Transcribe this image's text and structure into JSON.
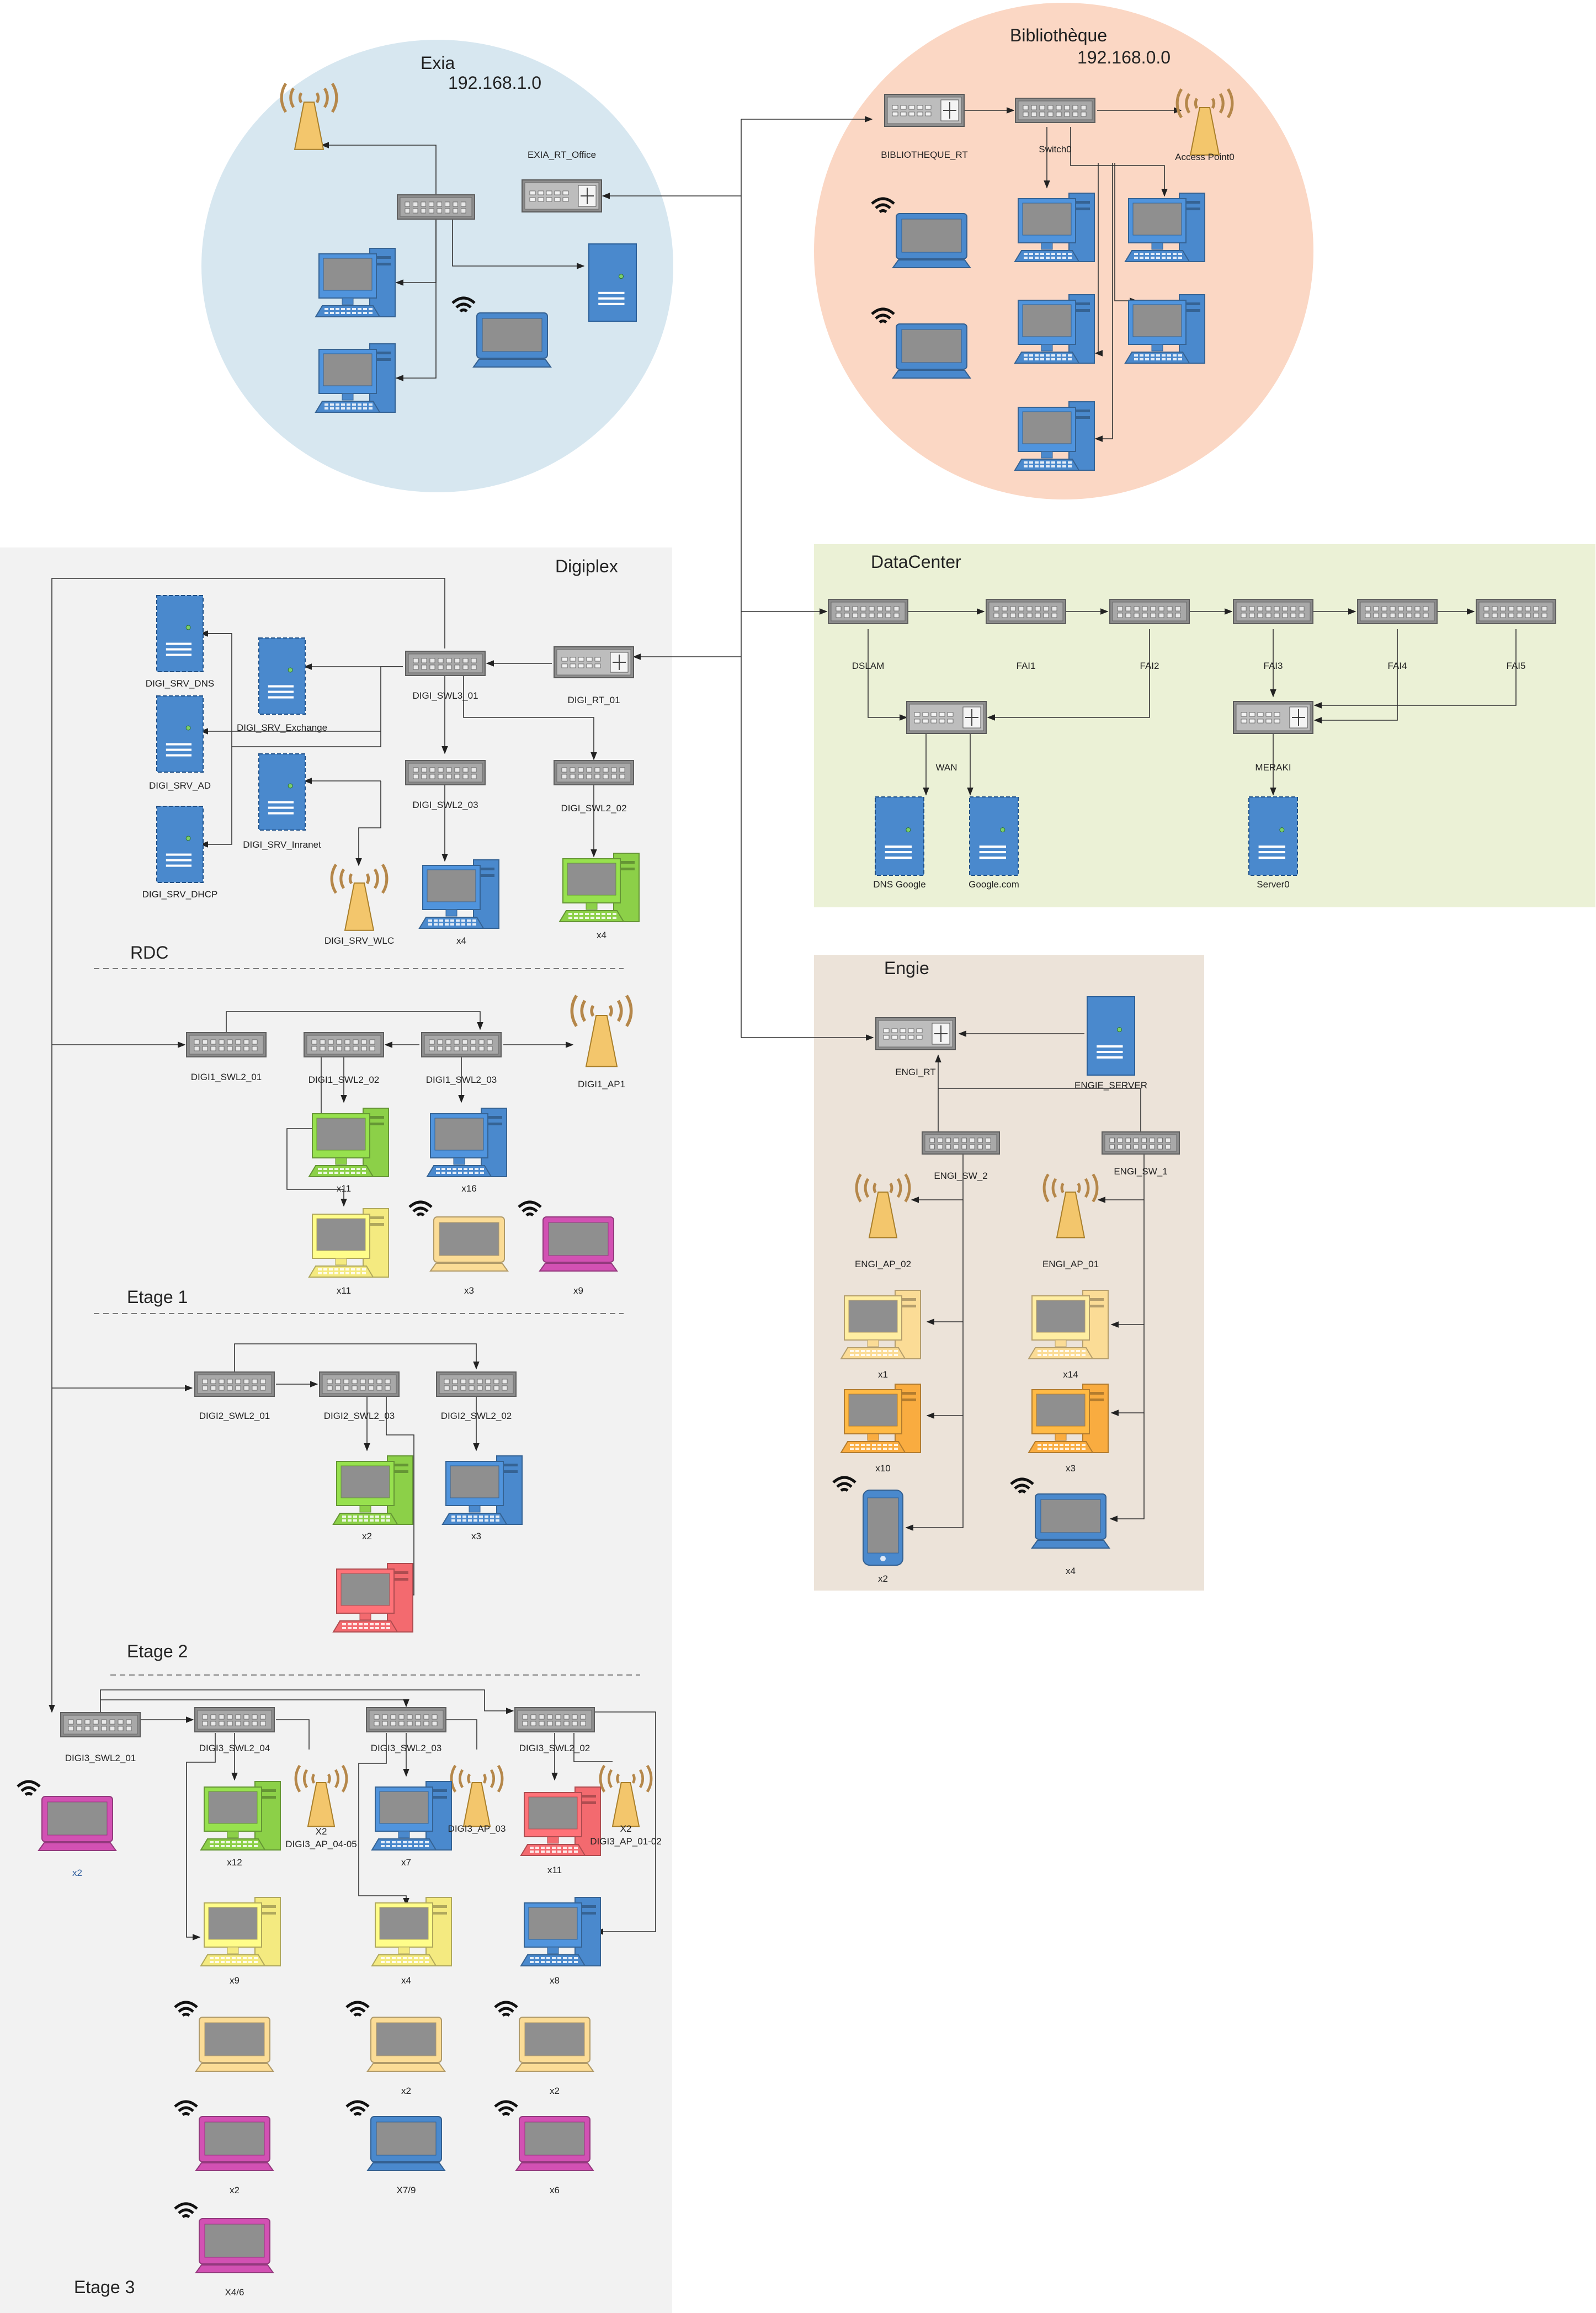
{
  "zones": {
    "exia": {
      "title": "Exia",
      "subnet": "192.168.1.0"
    },
    "bibliotheque": {
      "title": "Bibliothèque",
      "subnet": "192.168.0.0"
    },
    "digiplex": {
      "title": "Digiplex"
    },
    "datacenter": {
      "title": "DataCenter"
    },
    "engie": {
      "title": "Engie"
    }
  },
  "floors": {
    "rdc": "RDC",
    "etage1": "Etage 1",
    "etage2": "Etage 2",
    "etage3": "Etage 3"
  },
  "labels": {
    "exia_rt": "EXIA_RT_Office",
    "bib_rt": "BIBLIOTHEQUE_RT",
    "bib_sw": "Switch0",
    "bib_ap": "Access Point0",
    "dc_dslam": "DSLAM",
    "dc_fai1": "FAI1",
    "dc_fai2": "FAI2",
    "dc_fai3": "FAI3",
    "dc_fai4": "FAI4",
    "dc_fai5": "FAI5",
    "dc_wan": "WAN",
    "dc_meraki": "MERAKI",
    "dc_dns": "DNS Google",
    "dc_google": "Google.com",
    "dc_server0": "Server0",
    "engi_rt": "ENGI_RT",
    "engi_server": "ENGIE_SERVER",
    "engi_sw2": "ENGI_SW_2",
    "engi_sw1": "ENGI_SW_1",
    "engi_ap02": "ENGI_AP_02",
    "engi_ap01": "ENGI_AP_01",
    "engi_c1": "x1",
    "engi_c2": "x14",
    "engi_c3": "x10",
    "engi_c4": "x3",
    "engi_c5": "x2",
    "engi_c6": "x4",
    "digi_dns": "DIGI_SRV_DNS",
    "digi_ad": "DIGI_SRV_AD",
    "digi_dhcp": "DIGI_SRV_DHCP",
    "digi_exch": "DIGI_SRV_Exchange",
    "digi_intra": "DIGI_SRV_Inranet",
    "digi_wlc": "DIGI_SRV_WLC",
    "digi_swl3": "DIGI_SWL3_01",
    "digi_rt": "DIGI_RT_01",
    "digi_swl2_03": "DIGI_SWL2_03",
    "digi_swl2_02": "DIGI_SWL2_02",
    "rdc_c1": "x4",
    "rdc_c2": "x4",
    "e1_sw1": "DIGI1_SWL2_01",
    "e1_sw2": "DIGI1_SWL2_02",
    "e1_sw3": "DIGI1_SWL2_03",
    "e1_ap": "DIGI1_AP1",
    "e1_c1": "x11",
    "e1_c2": "x16",
    "e1_c3": "x11",
    "e1_c4": "x3",
    "e1_c5": "x9",
    "e2_sw1": "DIGI2_SWL2_01",
    "e2_sw3": "DIGI2_SWL2_03",
    "e2_sw2": "DIGI2_SWL2_02",
    "e2_c1": "x2",
    "e2_c2": "x3",
    "e3_sw1": "DIGI3_SWL2_01",
    "e3_sw4": "DIGI3_SWL2_04",
    "e3_sw3": "DIGI3_SWL2_03",
    "e3_sw2": "DIGI3_SWL2_02",
    "e3_ap1_x": "X2",
    "e3_ap1": "DIGI3_AP_04-05",
    "e3_ap2": "DIGI3_AP_03",
    "e3_ap3_x": "X2",
    "e3_ap3": "DIGI3_AP_01-02",
    "e3_lap0": "x2",
    "e3_c1": "x12",
    "e3_c2": "x7",
    "e3_c3": "x11",
    "e3_c4": "x9",
    "e3_c5": "x4",
    "e3_c6": "x8",
    "e3_l1": "x2",
    "e3_l2": "x2",
    "e3_l3": "x2",
    "e3_l4": "X7/9",
    "e3_l5": "x6",
    "e3_l6": "X4/6"
  },
  "colors": {
    "exia_bg": "#d7e7f0",
    "bib_bg": "#fbd7c4",
    "digiplex_bg": "#f2f2f2",
    "datacenter_bg": "#ebf1d6",
    "engie_bg": "#ece3d9",
    "blue": "#4a89cd",
    "green": "#8cd048",
    "yellow": "#f4ea80",
    "lightorange": "#fbdc96",
    "orange": "#f9ac40",
    "magenta": "#d251b3",
    "red": "#f36a6f",
    "switch": "#8c8c8c",
    "ap": "#f3c66c"
  }
}
